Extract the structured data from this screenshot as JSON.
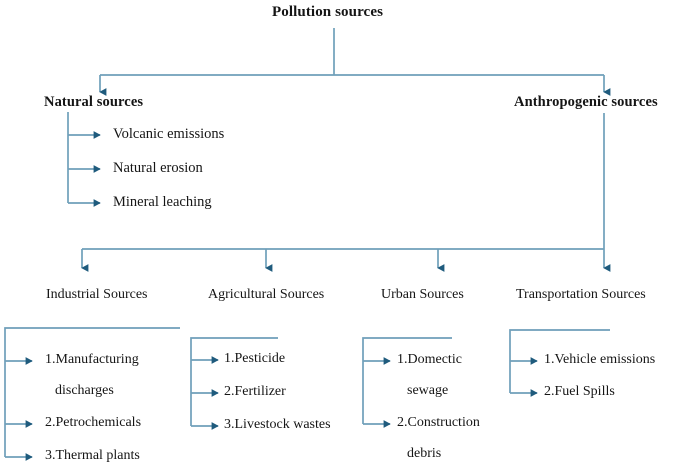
{
  "diagram": {
    "type": "hierarchy-flowchart",
    "title": "Pollution sources",
    "colors": {
      "line": "#6f9fba",
      "arrow": "#1f5b7d",
      "text": "#151515",
      "background": "#ffffff"
    },
    "root": {
      "label": "Pollution sources"
    },
    "branches": [
      {
        "label": "Natural sources",
        "children": [
          {
            "label": "Volcanic emissions"
          },
          {
            "label": "Natural erosion"
          },
          {
            "label": "Mineral leaching"
          }
        ]
      },
      {
        "label": "Anthropogenic sources",
        "categories": [
          {
            "label": "Industrial Sources",
            "items": [
              {
                "line1": "1.Manufacturing",
                "line2": "discharges"
              },
              {
                "line1": "2.Petrochemicals",
                "line2": ""
              },
              {
                "line1": "3.Thermal plants",
                "line2": ""
              }
            ]
          },
          {
            "label": "Agricultural Sources",
            "items": [
              {
                "line1": "1.Pesticide",
                "line2": ""
              },
              {
                "line1": "2.Fertilizer",
                "line2": ""
              },
              {
                "line1": "3.Livestock wastes",
                "line2": ""
              }
            ]
          },
          {
            "label": "Urban Sources",
            "items": [
              {
                "line1": "1.Domectic",
                "line2": "sewage"
              },
              {
                "line1": "2.Construction",
                "line2": "debris"
              }
            ]
          },
          {
            "label": "Transportation Sources",
            "items": [
              {
                "line1": "1.Vehicle emissions",
                "line2": ""
              },
              {
                "line1": "2.Fuel Spills",
                "line2": ""
              }
            ]
          }
        ]
      }
    ]
  }
}
